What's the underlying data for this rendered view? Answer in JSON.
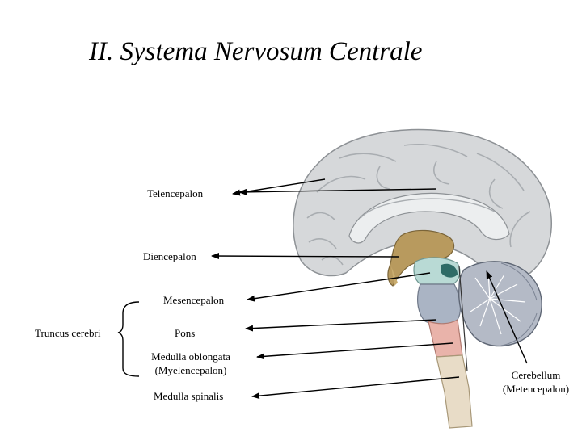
{
  "title": "II. Systema Nervosum Centrale",
  "labels": {
    "telencephalon": "Telencepalon",
    "diencephalon": "Diencepalon",
    "mesencephalon": "Mesencepalon",
    "truncus": "Truncus cerebri",
    "pons": "Pons",
    "medulla_oblongata_1": "Medulla oblongata",
    "medulla_oblongata_2": "(Myelencepalon)",
    "medulla_spinalis": "Medulla spinalis",
    "cerebellum_1": "Cerebellum",
    "cerebellum_2": "(Metencepalon)"
  },
  "colors": {
    "cerebrum": "#d6d8da",
    "cerebrum_dark": "#a9adb1",
    "diencephalon": "#b89a5e",
    "mesencephalon": "#b9dad5",
    "pons": "#aab4c4",
    "medulla": "#e9b3aa",
    "spinal_cord": "#e8dcc7",
    "cerebellum": "#b4bac6",
    "arrow": "#000000"
  }
}
